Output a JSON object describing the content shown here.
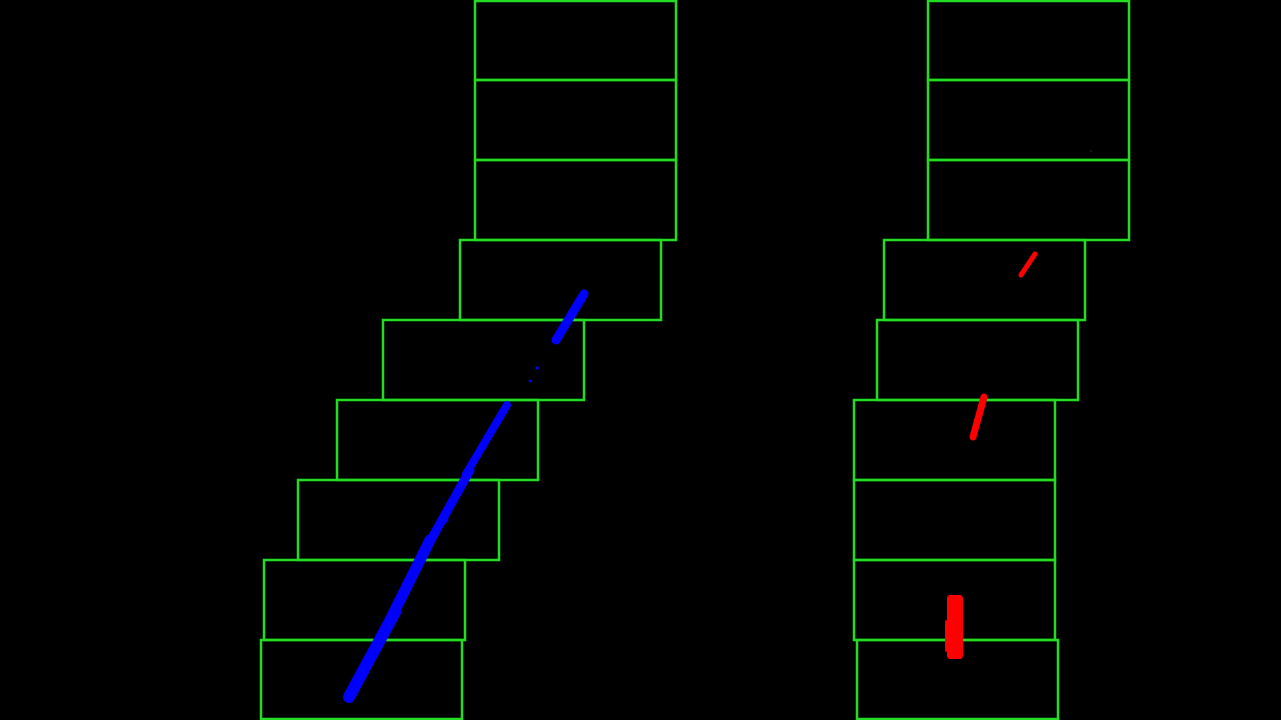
{
  "colors": {
    "background": "#000000",
    "window_box": "#22dd22",
    "left_lane_pixels": "#0000ff",
    "right_lane_pixels": "#ff0000"
  },
  "left_lane": {
    "label": "",
    "window_count": 9,
    "pixel_color": "blue"
  },
  "right_lane": {
    "label": "",
    "window_count": 9,
    "pixel_color": "red"
  }
}
